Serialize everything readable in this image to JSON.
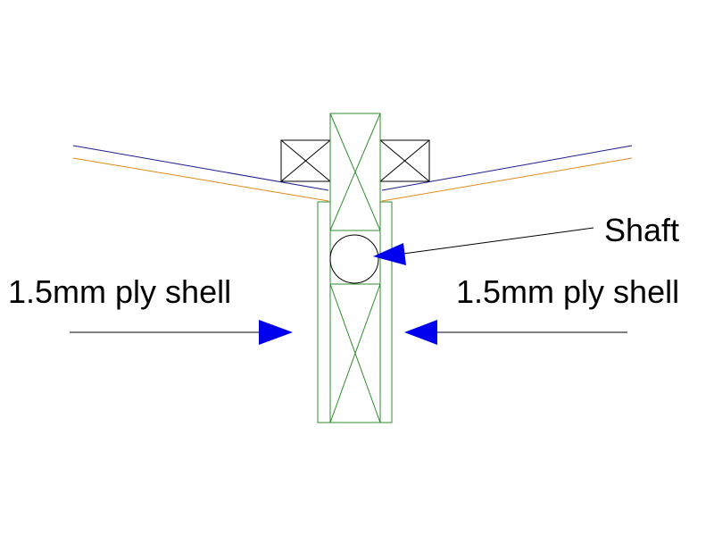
{
  "labels": {
    "shaft": "Shaft",
    "shell_left": "1.5mm ply shell",
    "shell_right": "1.5mm ply shell"
  },
  "colors": {
    "structure": "#2e8b2e",
    "line_blue": "#1c1c8c",
    "line_orange": "#e08a20",
    "arrow_fill": "#0000ee",
    "block": "#000000"
  }
}
